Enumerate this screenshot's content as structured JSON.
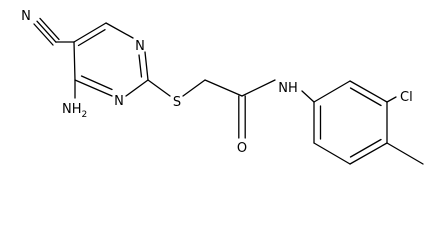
{
  "atoms": {
    "cyano_n": "N",
    "ring_n_top": "N",
    "ring_n_bottom": "N",
    "amino": "NH",
    "amino_h_count": "2",
    "thioether_s": "S",
    "amide_nh": "NH",
    "carbonyl_o": "O",
    "chloro": "Cl"
  },
  "colors": {
    "bond": "#000000",
    "label": "#000000",
    "background": "#ffffff"
  }
}
